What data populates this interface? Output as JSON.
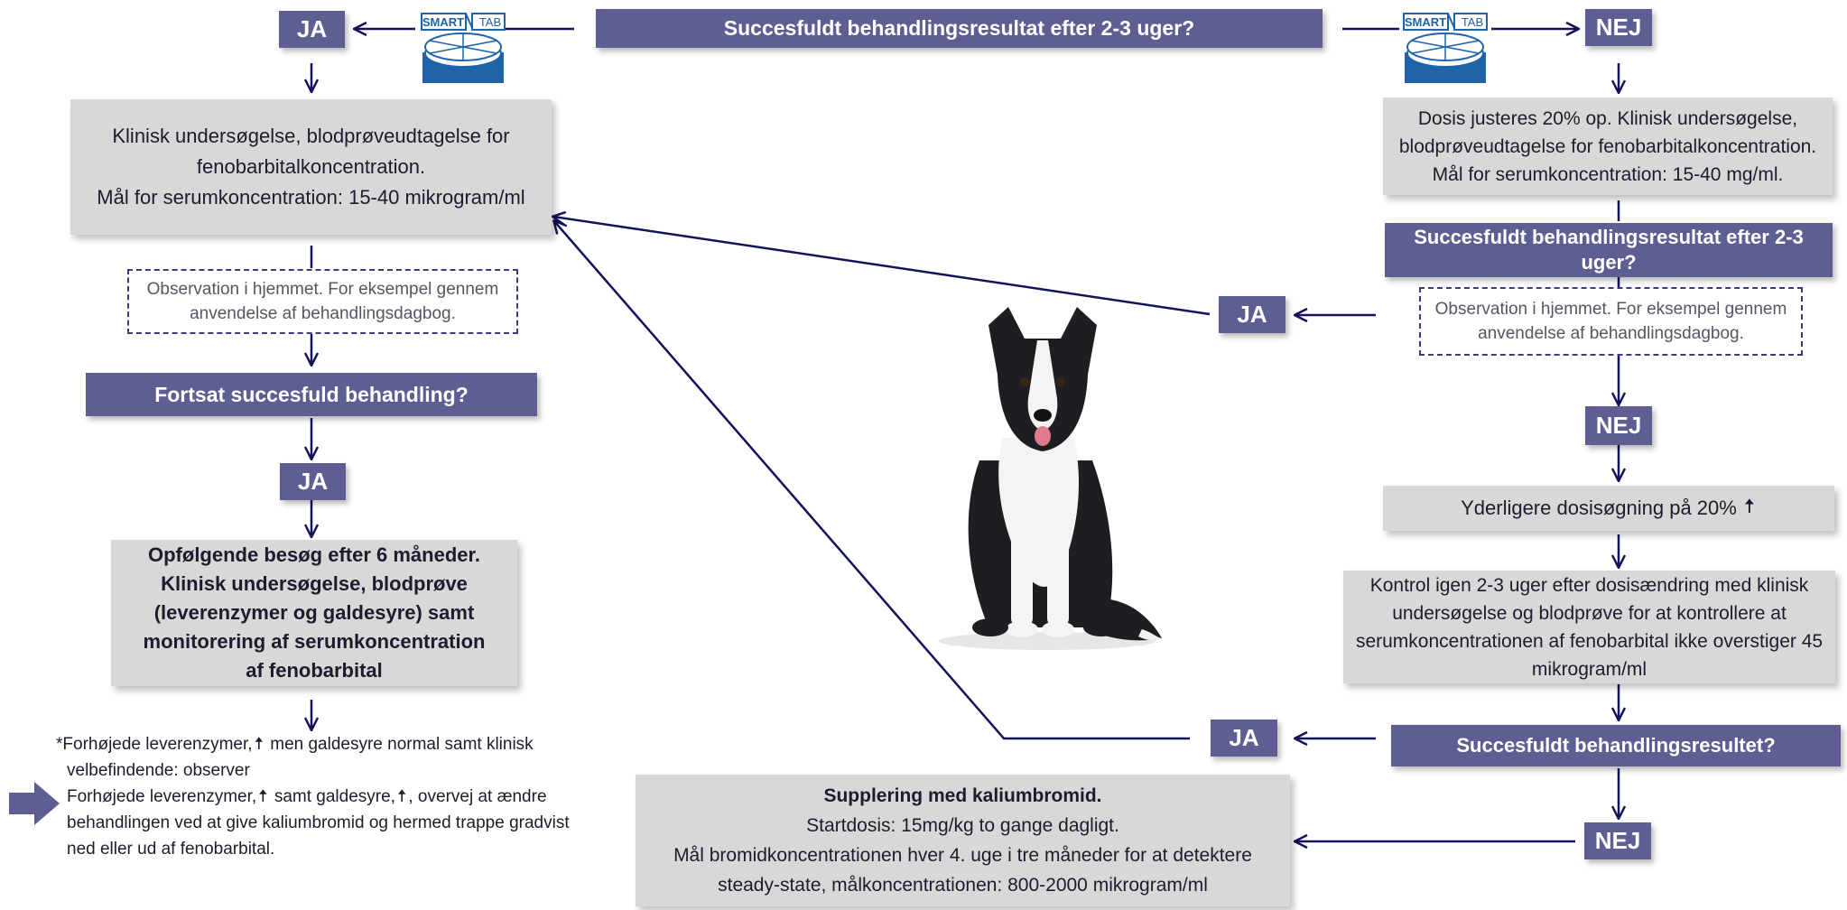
{
  "colors": {
    "purple": "#5e5e92",
    "grey": "#d8d8d8",
    "arrow": "#13135a",
    "logo_blue": "#1f63a8"
  },
  "top_question": "Succesfuldt behandlingsresultat efter 2-3 uger?",
  "logo": {
    "text_left": "SMART",
    "text_right": "TAB"
  },
  "left": {
    "ja_top": "JA",
    "exam_lines": [
      "Klinisk undersøgelse, blodprøveudtagelse for",
      "fenobarbitalkoncentration.",
      "Mål for serumkoncentration: 15-40 mikrogram/ml"
    ],
    "observation_lines": [
      "Observation i hjemmet. For eksempel gennem",
      "anvendelse af behandlingsdagbog."
    ],
    "continued_question": "Fortsat succesfuld behandling?",
    "ja_mid": "JA",
    "followup_lines": [
      "Opfølgende besøg efter 6 måneder.",
      "Klinisk undersøgelse, blodprøve",
      "(leverenzymer og galdesyre) samt",
      "monitorering af serumkoncentration",
      "af fenobarbital"
    ],
    "note": {
      "star": "*",
      "p1_a": "Forhøjede leverenzymer,",
      "p1_b": " men galdesyre normal samt klinisk",
      "p1_c": "velbefindende: observer",
      "p2_a": "Forhøjede leverenzymer,",
      "p2_b": " samt galdesyre,",
      "p2_c": ", overvej at ændre",
      "p2_d": "behandlingen ved at give kaliumbromid og hermed trappe gradvist",
      "p2_e": "ned eller ud af fenobarbital.",
      "up_arrow": "🠅"
    }
  },
  "right": {
    "nej_top": "NEJ",
    "dose_lines": [
      "Dosis justeres 20% op. Klinisk undersøgelse,",
      "blodprøveudtagelse for fenobarbitalkoncentration.",
      "Mål for serumkoncentration: 15-40 mg/ml."
    ],
    "question2_lines": [
      "Succesfuldt behandlingsresultat efter 2-3",
      "uger?"
    ],
    "observation_lines": [
      "Observation i hjemmet. For eksempel gennem",
      "anvendelse af behandlingsdagbog."
    ],
    "ja_mid": "JA",
    "nej_mid": "NEJ",
    "further_dose": "Yderligere dosisøgning på 20%",
    "up_arrow": "🠅",
    "control_lines": [
      "Kontrol igen 2-3 uger efter dosisændring med klinisk",
      "undersøgelse og blodprøve for at kontrollere at",
      "serumkoncentrationen af fenobarbital ikke overstiger 45",
      "mikrogram/ml"
    ],
    "question3": "Succesfuldt behandlingsresultet?",
    "ja_bottom": "JA",
    "nej_bottom": "NEJ"
  },
  "bottom": {
    "title": "Supplering med kaliumbromid.",
    "lines": [
      "Startdosis: 15mg/kg to gange dagligt.",
      "Mål bromidkoncentrationen hver 4. uge i tre måneder for at detektere",
      "steady-state, målkoncentrationen: 800-2000 mikrogram/ml"
    ]
  }
}
